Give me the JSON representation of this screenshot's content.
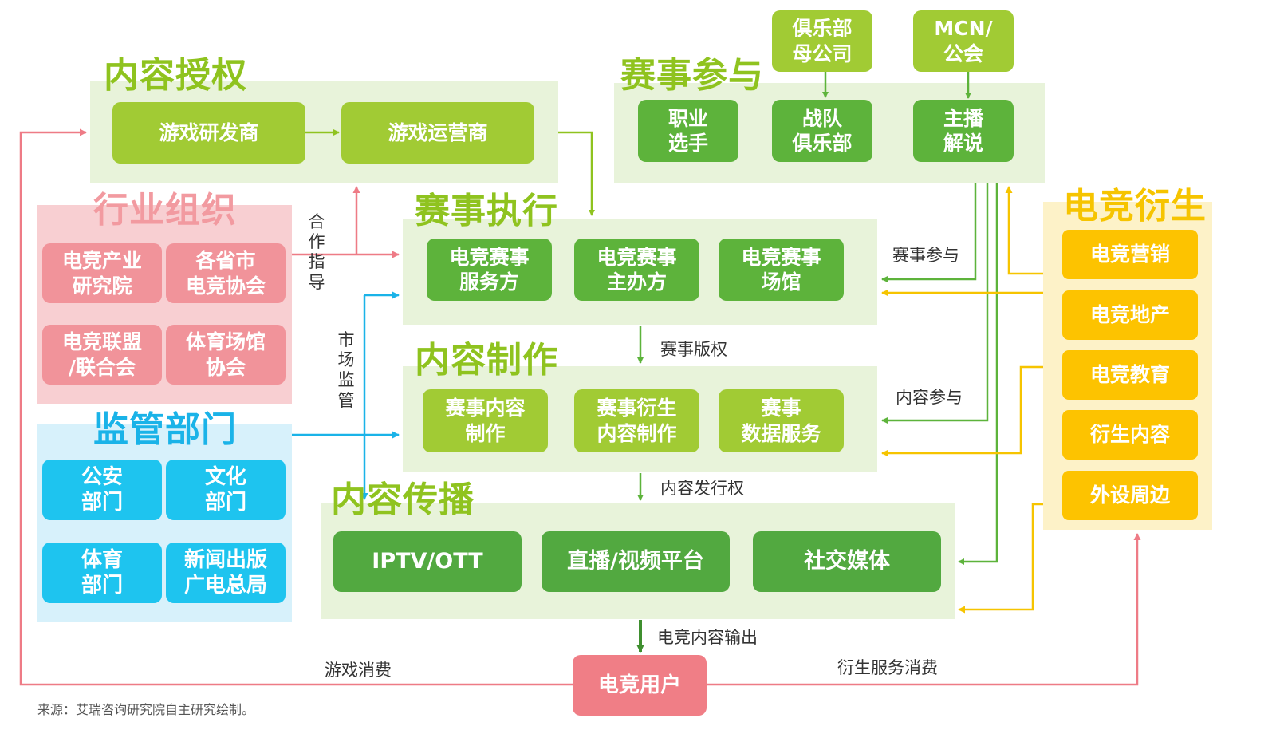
{
  "sections": {
    "authorization": {
      "title": "内容授权",
      "boxes": [
        "游戏研发商",
        "游戏运营商"
      ]
    },
    "participation": {
      "title": "赛事参与",
      "top_boxes": [
        "俱乐部\n母公司",
        "MCN/\n公会"
      ],
      "boxes": [
        "职业\n选手",
        "战队\n俱乐部",
        "主播\n解说"
      ]
    },
    "industry": {
      "title": "行业组织",
      "boxes": [
        "电竞产业\n研究院",
        "各省市\n电竞协会",
        "电竞联盟\n/联合会",
        "体育场馆\n协会"
      ]
    },
    "execution": {
      "title": "赛事执行",
      "boxes": [
        "电竞赛事\n服务方",
        "电竞赛事\n主办方",
        "电竞赛事\n场馆"
      ]
    },
    "derivative": {
      "title": "电竞衍生",
      "boxes": [
        "电竞营销",
        "电竞地产",
        "电竞教育",
        "衍生内容",
        "外设周边"
      ]
    },
    "regulation": {
      "title": "监管部门",
      "boxes": [
        "公安\n部门",
        "文化\n部门",
        "体育\n部门",
        "新闻出版\n广电总局"
      ]
    },
    "production": {
      "title": "内容制作",
      "boxes": [
        "赛事内容\n制作",
        "赛事衍生\n内容制作",
        "赛事\n数据服务"
      ]
    },
    "distribution": {
      "title": "内容传播",
      "boxes": [
        "IPTV/OTT",
        "直播/视频平台",
        "社交媒体"
      ]
    },
    "user": {
      "label": "电竞用户"
    }
  },
  "labels": {
    "cooperation": "合作指导",
    "market": "市场监管",
    "event_participation": "赛事参与",
    "event_rights": "赛事版权",
    "content_participation": "内容参与",
    "distribution_rights": "内容发行权",
    "content_output": "电竞内容输出",
    "game_consumption": "游戏消费",
    "derivative_consumption": "衍生服务消费"
  },
  "source": "来源：艾瑞咨询研究院自主研究绘制。",
  "colors": {
    "green_panel": "#e8f3da",
    "pink_panel": "#f8cfd2",
    "blue_panel": "#d7f1fb",
    "yellow_panel": "#fdf2c8",
    "lime_box": "#a1cb34",
    "green_box": "#5db33b",
    "pink_box": "#f1939a",
    "blue_box": "#1ec4ef",
    "yellow_box": "#fdc300",
    "user_box": "#f07e86"
  }
}
